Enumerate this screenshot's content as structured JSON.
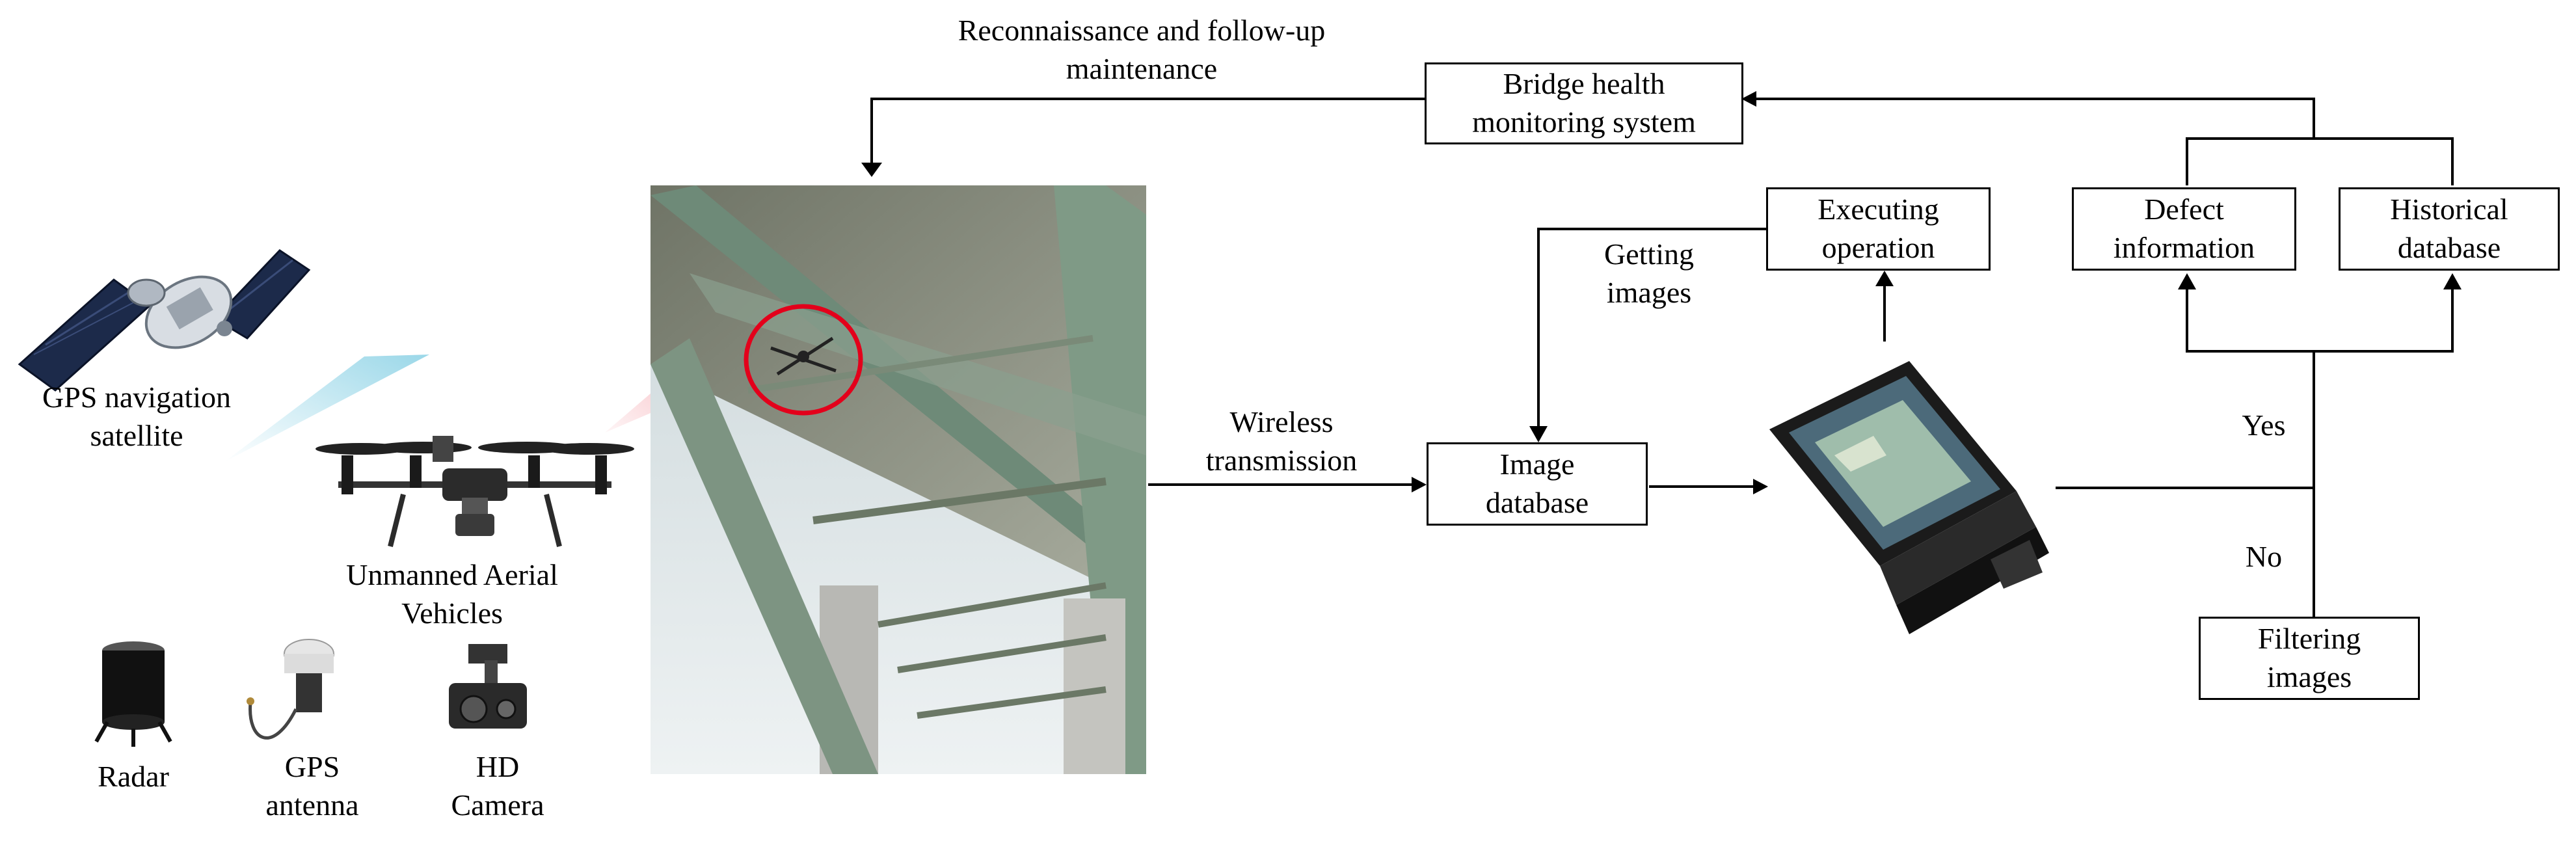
{
  "labels": {
    "satellite": [
      "GPS navigation",
      "satellite"
    ],
    "uav": [
      "Unmanned Aerial",
      "Vehicles"
    ],
    "radar": "Radar",
    "gps_antenna": [
      "GPS",
      "antenna"
    ],
    "hd_camera": [
      "HD",
      "Camera"
    ],
    "recon": [
      "Reconnaissance and follow-up",
      "maintenance"
    ],
    "wireless": [
      "Wireless",
      "transmission"
    ],
    "getting_images": [
      "Getting",
      "images"
    ],
    "yes": "Yes",
    "no": "No"
  },
  "boxes": {
    "bridge_health": [
      "Bridge health",
      "monitoring system"
    ],
    "executing": [
      "Executing",
      "operation"
    ],
    "defect": [
      "Defect",
      "information"
    ],
    "historical": [
      "Historical",
      "database"
    ],
    "image_db": [
      "Image",
      "database"
    ],
    "filtering": [
      "Filtering",
      "images"
    ]
  },
  "colors": {
    "line": "#000000",
    "satellite_beam": "#8fd3e6",
    "uav_beam": "#f4a3ab",
    "highlight_circle": "#e3001b"
  },
  "icons": [
    "satellite-icon",
    "uav-icon",
    "radar-icon",
    "gps-antenna-icon",
    "hd-camera-icon",
    "bridge-photo",
    "laptop-icon"
  ]
}
